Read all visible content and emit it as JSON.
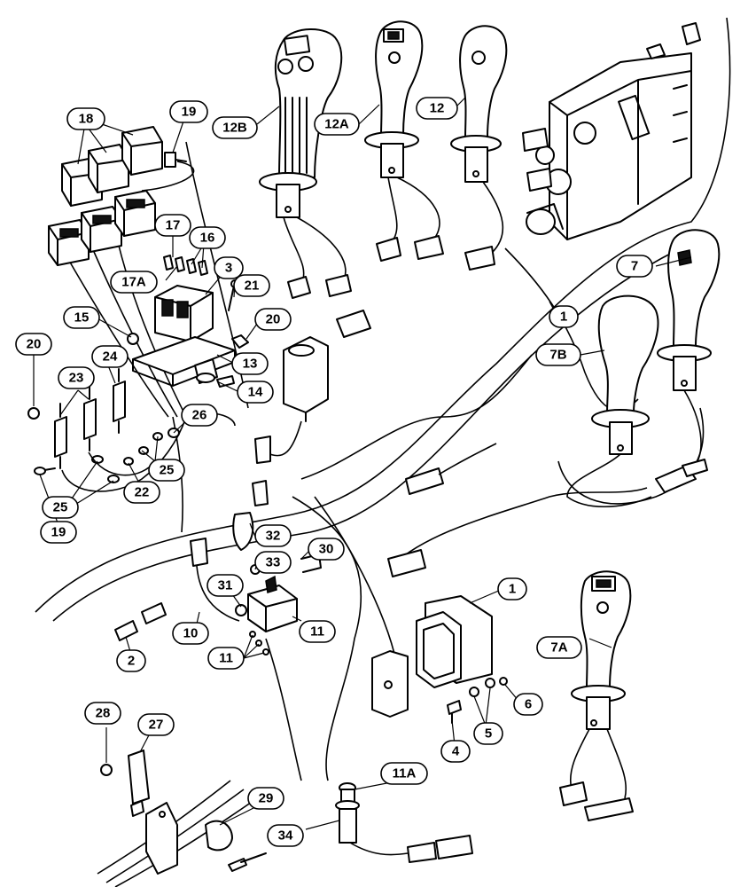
{
  "diagram": {
    "callouts": [
      {
        "id": "c18",
        "label": "18"
      },
      {
        "id": "c19a",
        "label": "19"
      },
      {
        "id": "c12b",
        "label": "12B"
      },
      {
        "id": "c12a",
        "label": "12A"
      },
      {
        "id": "c12",
        "label": "12"
      },
      {
        "id": "c17",
        "label": "17"
      },
      {
        "id": "c16",
        "label": "16"
      },
      {
        "id": "c17a",
        "label": "17A"
      },
      {
        "id": "c3",
        "label": "3"
      },
      {
        "id": "c21",
        "label": "21"
      },
      {
        "id": "c20a",
        "label": "20"
      },
      {
        "id": "c15",
        "label": "15"
      },
      {
        "id": "c13",
        "label": "13"
      },
      {
        "id": "c14",
        "label": "14"
      },
      {
        "id": "c20b",
        "label": "20"
      },
      {
        "id": "c23",
        "label": "23"
      },
      {
        "id": "c24",
        "label": "24"
      },
      {
        "id": "c26",
        "label": "26"
      },
      {
        "id": "c25a",
        "label": "25"
      },
      {
        "id": "c22",
        "label": "22"
      },
      {
        "id": "c25b",
        "label": "25"
      },
      {
        "id": "c19b",
        "label": "19"
      },
      {
        "id": "c7",
        "label": "7"
      },
      {
        "id": "c1a",
        "label": "1"
      },
      {
        "id": "c7b",
        "label": "7B"
      },
      {
        "id": "c32",
        "label": "32"
      },
      {
        "id": "c30",
        "label": "30"
      },
      {
        "id": "c33",
        "label": "33"
      },
      {
        "id": "c31",
        "label": "31"
      },
      {
        "id": "c1b",
        "label": "1"
      },
      {
        "id": "c10",
        "label": "10"
      },
      {
        "id": "c11a",
        "label": "11"
      },
      {
        "id": "c11b",
        "label": "11"
      },
      {
        "id": "c2",
        "label": "2"
      },
      {
        "id": "c7a",
        "label": "7A"
      },
      {
        "id": "c6",
        "label": "6"
      },
      {
        "id": "c5",
        "label": "5"
      },
      {
        "id": "c4",
        "label": "4"
      },
      {
        "id": "c28",
        "label": "28"
      },
      {
        "id": "c27",
        "label": "27"
      },
      {
        "id": "c11A",
        "label": "11A"
      },
      {
        "id": "c29",
        "label": "29"
      },
      {
        "id": "c34",
        "label": "34"
      }
    ]
  }
}
